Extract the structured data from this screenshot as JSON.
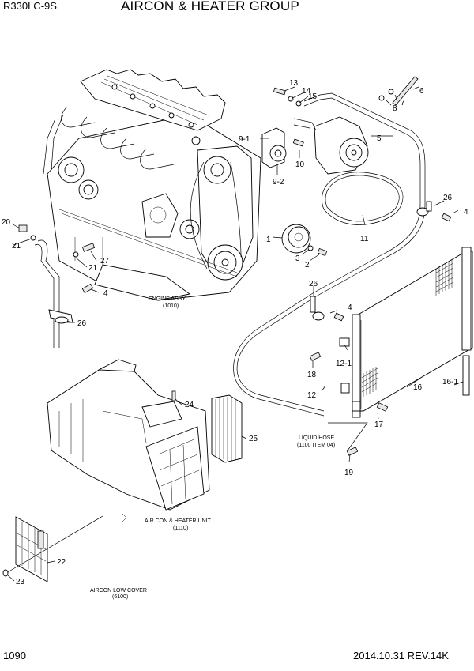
{
  "header": {
    "model": "R330LC-9S",
    "title": "AIRCON & HEATER GROUP"
  },
  "footer": {
    "page_number": "1090",
    "date_revision": "2014.10.31  REV.14K"
  },
  "assemblies": {
    "engine": {
      "name": "ENGINE ASSY",
      "ref": "(1010)"
    },
    "heater_unit": {
      "name": "AIR CON & HEATER UNIT",
      "ref": "(1110)"
    },
    "low_cover": {
      "name": "AIRCON LOW COVER",
      "ref": "(6100)"
    },
    "liquid_hose": {
      "name": "LIQUID HOSE",
      "ref": "(1100 ITEM 04)"
    }
  },
  "callouts": {
    "c1": "1",
    "c2": "2",
    "c3": "3",
    "c4a": "4",
    "c4b": "4",
    "c4c": "4",
    "c5": "5",
    "c6": "6",
    "c7": "7",
    "c8": "8",
    "c9_1": "9-1",
    "c9_2": "9-2",
    "c10": "10",
    "c11": "11",
    "c12": "12",
    "c12_1": "12-1",
    "c13": "13",
    "c14": "14",
    "c15": "15",
    "c16": "16",
    "c16_1": "16-1",
    "c17": "17",
    "c18": "18",
    "c19": "19",
    "c20": "20",
    "c21a": "21",
    "c21b": "21",
    "c22": "22",
    "c23": "23",
    "c24": "24",
    "c25": "25",
    "c26a": "26",
    "c26b": "26",
    "c26c": "26",
    "c27": "27"
  }
}
